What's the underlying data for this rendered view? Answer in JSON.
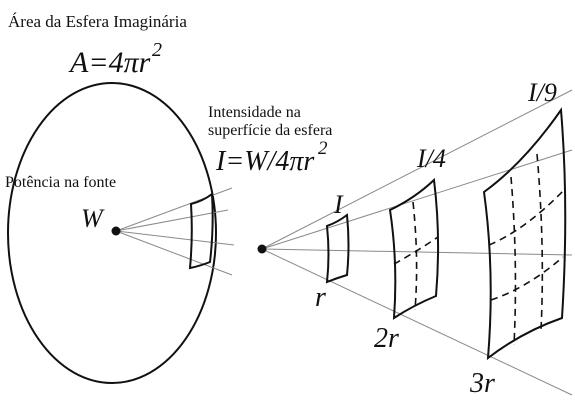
{
  "title": "Área da Esfera Imaginária",
  "area_formula": "A=4πr",
  "area_exponent": "2",
  "intensity_caption_line1": "Intensidade na",
  "intensity_caption_line2": "superfície da esfera",
  "intensity_formula": "I=W/4πr",
  "intensity_exponent": "2",
  "source_power_label": "Potência na fonte",
  "source_symbol": "W",
  "patch_labels": [
    "I",
    "I/4",
    "I/9"
  ],
  "distance_labels": [
    "r",
    "2r",
    "3r"
  ]
}
